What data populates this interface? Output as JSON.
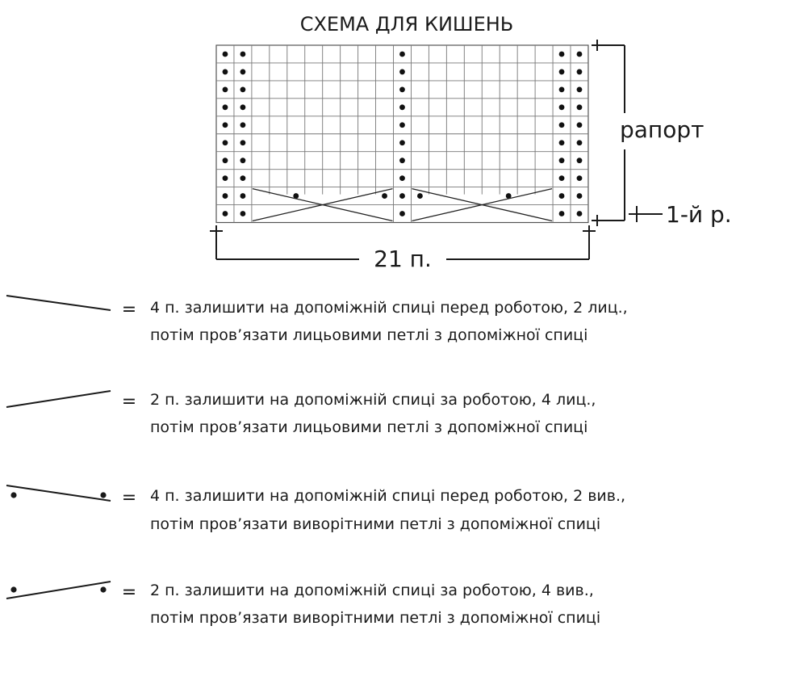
{
  "title": "СХЕМА ДЛЯ КИШЕНЬ",
  "chart": {
    "stitch_count": 21,
    "row_count": 10,
    "purl_columns": [
      1,
      2,
      11,
      20,
      21
    ],
    "cable_row_purl_extra": [
      5,
      10,
      12,
      17
    ],
    "labels": {
      "repeat": "рапорт",
      "first_row": "1-й р.",
      "width": "21 п."
    }
  },
  "legend": [
    {
      "symbol": "cable-left-knit",
      "equals": "=",
      "line1": "4 п. залишити на допоміжній спиці перед роботою, 2 лиц.,",
      "line2": "потім пров’язати лицьовими петлі з допоміжної спиці"
    },
    {
      "symbol": "cable-right-knit",
      "equals": "=",
      "line1": "2 п. залишити на допоміжній спиці за роботою, 4 лиц.,",
      "line2": "потім пров’язати лицьовими петлі з допоміжної спиці"
    },
    {
      "symbol": "cable-left-purl",
      "equals": "=",
      "line1": "4 п. залишити на допоміжній спиці перед роботою, 2 вив.,",
      "line2": "потім пров’язати виворітними петлі з допоміжної спиці"
    },
    {
      "symbol": "cable-right-purl",
      "equals": "=",
      "line1": "2 п. залишити на допоміжній спиці за роботою, 4 вив.,",
      "line2": "потім пров’язати виворітними петлі з допоміжної спиці"
    }
  ]
}
